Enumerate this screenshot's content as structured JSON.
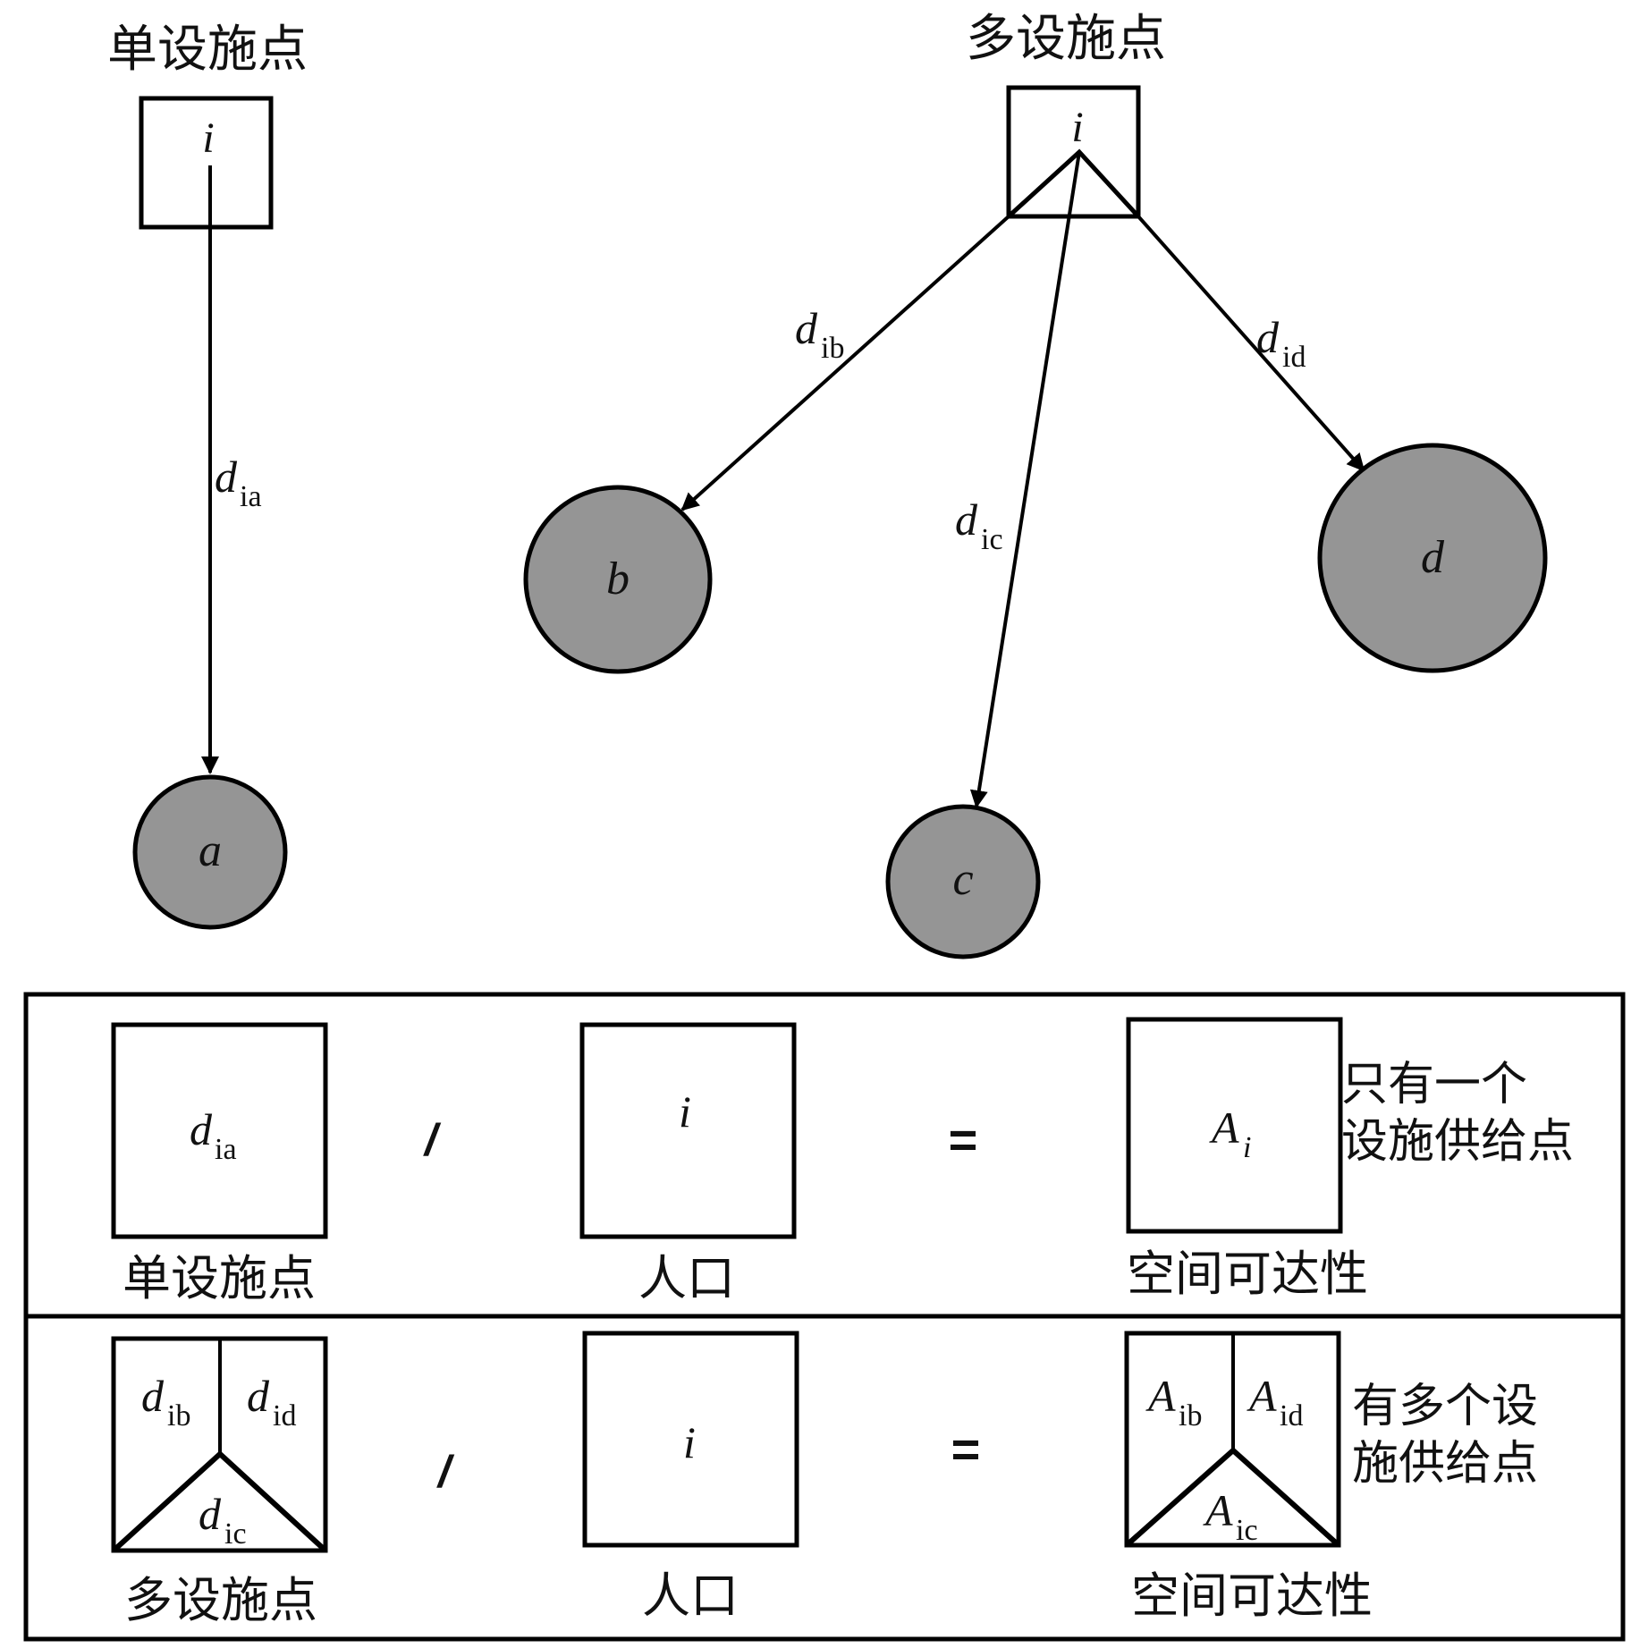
{
  "top": {
    "single": {
      "title": "单设施点",
      "facility_label": "i",
      "edge": {
        "main": "d",
        "sub": "ia"
      },
      "node_label": "a"
    },
    "multi": {
      "title": "多设施点",
      "facility_label": "i",
      "edges": [
        {
          "main": "d",
          "sub": "ib",
          "target": "b"
        },
        {
          "main": "d",
          "sub": "ic",
          "target": "c"
        },
        {
          "main": "d",
          "sub": "id",
          "target": "d"
        }
      ],
      "nodes": [
        "b",
        "c",
        "d"
      ]
    }
  },
  "equation_single": {
    "numerator": {
      "main": "d",
      "sub": "ia",
      "caption": "单设施点"
    },
    "operator": "/",
    "population": {
      "label": "i",
      "caption": "人口"
    },
    "equals": "=",
    "result": {
      "main": "A",
      "sub": "i",
      "caption": "空间可达性"
    },
    "note_line1": "只有一个",
    "note_line2": "设施供给点"
  },
  "equation_multi": {
    "numerator": {
      "cells": [
        {
          "main": "d",
          "sub": "ib"
        },
        {
          "main": "d",
          "sub": "id"
        },
        {
          "main": "d",
          "sub": "ic"
        }
      ],
      "caption": "多设施点"
    },
    "operator": "/",
    "population": {
      "label": "i",
      "caption": "人口"
    },
    "equals": "=",
    "result": {
      "cells": [
        {
          "main": "A",
          "sub": "ib"
        },
        {
          "main": "A",
          "sub": "id"
        },
        {
          "main": "A",
          "sub": "ic"
        }
      ],
      "caption": "空间可达性"
    },
    "note_line1": "有多个设",
    "note_line2": "施供给点"
  },
  "colors": {
    "node_fill": "#959595",
    "stroke": "#000000",
    "background": "#ffffff"
  }
}
